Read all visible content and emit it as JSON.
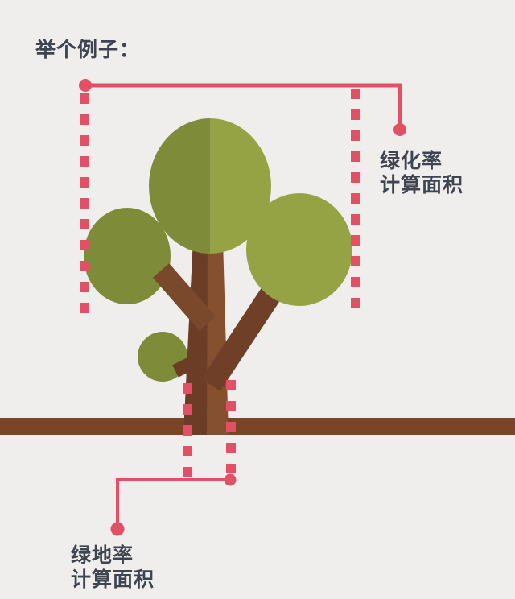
{
  "title": {
    "text": "举个例子："
  },
  "colors": {
    "background": "#EFEEEC",
    "accent_pink": "#E15064",
    "text_dark": "#3E4450",
    "foliage_dark": "#7E8C3A",
    "foliage_light": "#96A344",
    "trunk_light": "#84502D",
    "trunk_dark": "#6C3D26",
    "branch_mid": "#7A482B",
    "branch_dark": "#6F3F27",
    "ground": "#7A4527"
  },
  "annotations": {
    "greening_rate": {
      "line1": "绿化率",
      "line2": "计算面积"
    },
    "green_land_rate": {
      "line1": "绿地率",
      "line2": "计算面积"
    }
  }
}
